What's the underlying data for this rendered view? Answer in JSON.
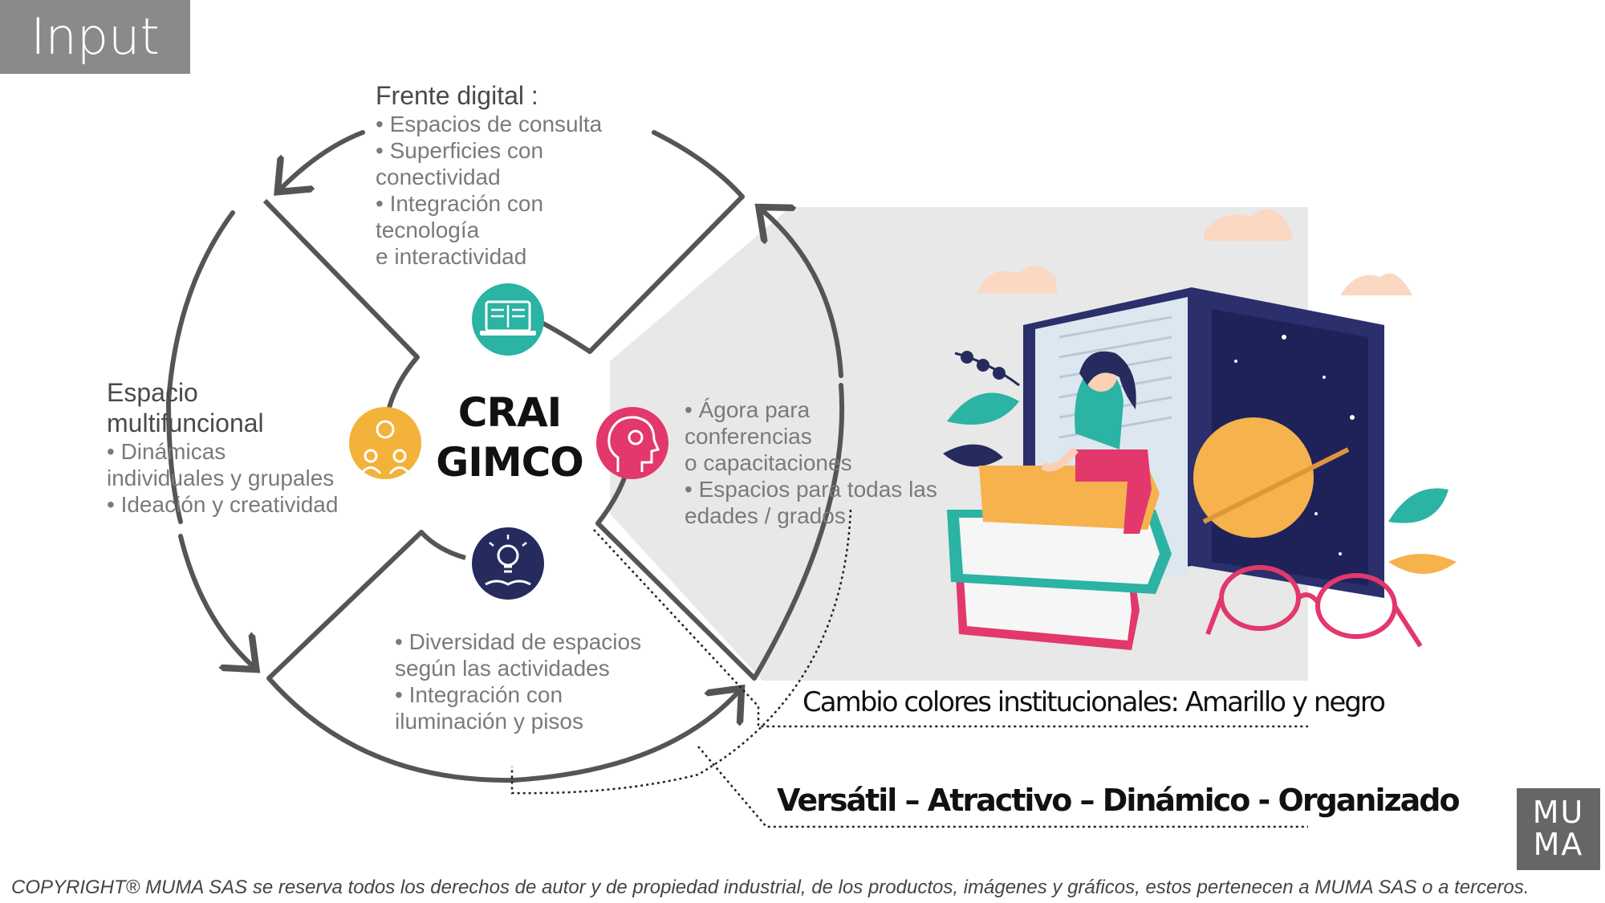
{
  "header": {
    "tab_label": "Input"
  },
  "center": {
    "line1": "CRAI",
    "line2": "GIMCO"
  },
  "blocks": {
    "top": {
      "title": "Frente digital :",
      "lines": [
        "• Espacios de consulta",
        "•  Superficies con",
        "conectividad",
        "• Integración con tecnología",
        "e interactividad"
      ]
    },
    "left": {
      "title_line1": "Espacio",
      "title_line2": "multifuncional",
      "lines": [
        "• Dinámicas",
        "individuales y grupales",
        "• Ideación y creatividad"
      ]
    },
    "right": {
      "lines": [
        "• Ágora para conferencias",
        "o capacitaciones",
        "• Espacios para todas las",
        "edades / grados"
      ]
    },
    "bottom": {
      "lines": [
        "• Diversidad de espacios",
        "según las actividades",
        "• Integración con",
        "iluminación y pisos"
      ]
    }
  },
  "taglines": {
    "colors": "Cambio colores institucionales: Amarillo y negro",
    "values": "Versátil – Atractivo – Dinámico - Organizado"
  },
  "icons": [
    {
      "name": "digital-book-icon",
      "color": "#2bb3a3"
    },
    {
      "name": "teamwork-icon",
      "color": "#f3b23a"
    },
    {
      "name": "mind-gear-icon",
      "color": "#e2386b"
    },
    {
      "name": "lightbulb-book-icon",
      "color": "#262b5e"
    }
  ],
  "logo": {
    "line1": "MU",
    "line2": "MA"
  },
  "footer": {
    "copyright": "COPYRIGHT® MUMA SAS se reserva todos los derechos de autor y de propiedad industrial, de los productos, imágenes y gráficos, estos pertenecen a MUMA SAS o a terceros."
  }
}
